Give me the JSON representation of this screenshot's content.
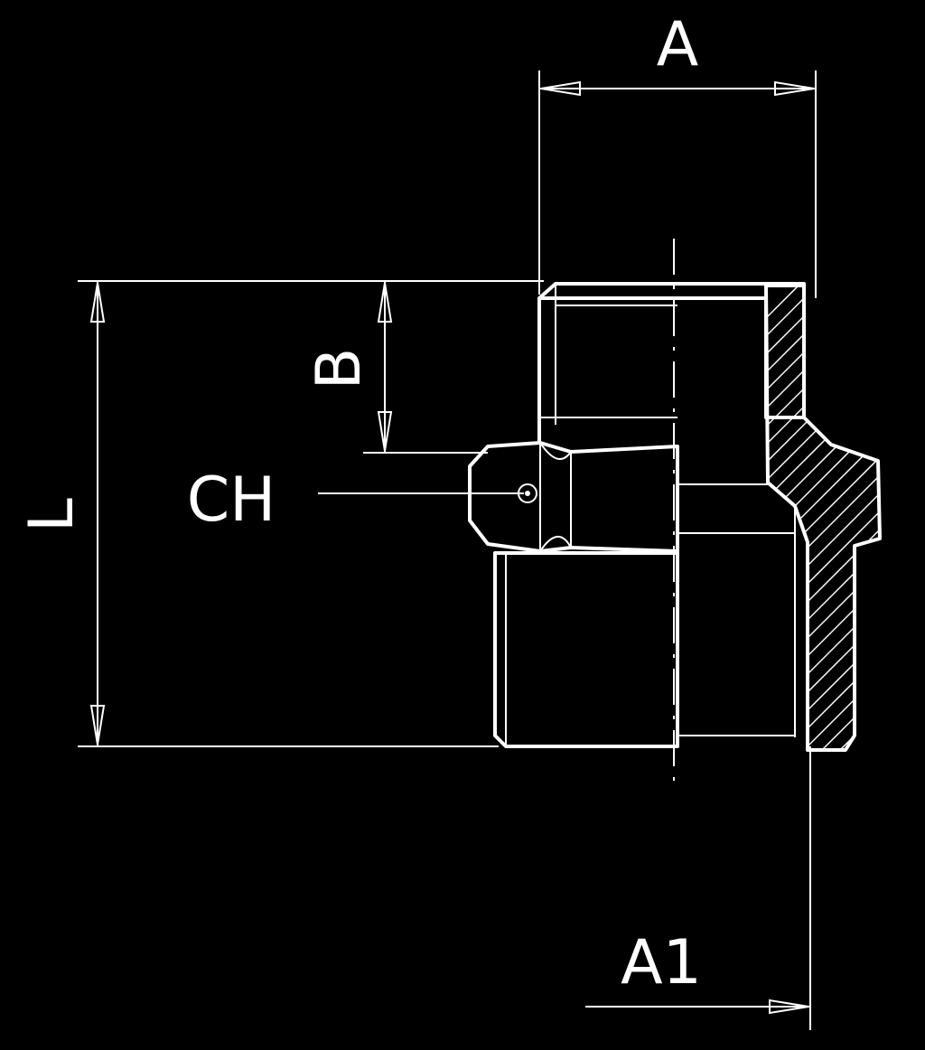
{
  "labels": {
    "a": "A",
    "a1": "A1",
    "b": "B",
    "ch": "CH",
    "l": "L"
  },
  "colors": {
    "background": "#000000",
    "line": "#ffffff"
  }
}
